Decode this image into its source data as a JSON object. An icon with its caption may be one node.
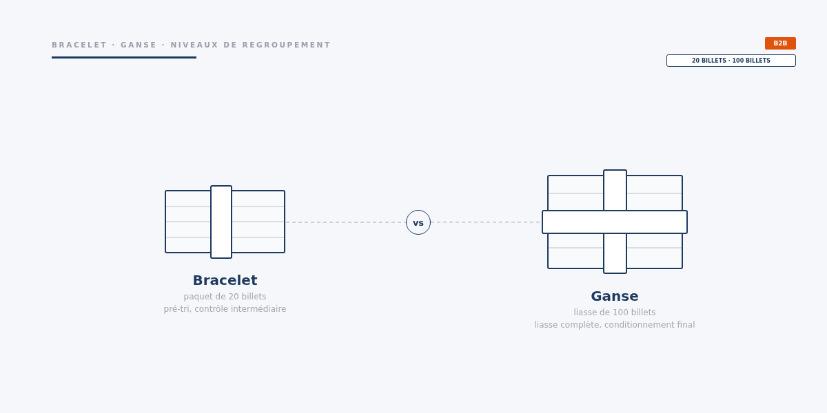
{
  "diagram": {
    "title": "BRACELET · GANSE · NIVEAUX DE REGROUPEMENT",
    "nodes": [
      {
        "text": [
          "B2B"
        ]
      },
      {
        "text": [
          "20 BILLETS · 100 BILLETS"
        ]
      },
      {
        "text": [],
        "shape": "picture",
        "beside": [
          "Bracelet",
          "paquet de 20 billets",
          "pré-tri, contrôle intermédiaire"
        ]
      },
      {
        "text": [
          "vs"
        ]
      },
      {
        "text": [],
        "shape": "picture",
        "beside": [
          "Ganse",
          "liasse de 100 billets",
          "liasse complète, conditionnement final"
        ]
      }
    ],
    "edges": [
      {
        "from": 2,
        "to": 3,
        "arrow": "none",
        "style": "dashed"
      },
      {
        "from": 3,
        "to": 4,
        "arrow": "none",
        "style": "dashed"
      }
    ]
  }
}
